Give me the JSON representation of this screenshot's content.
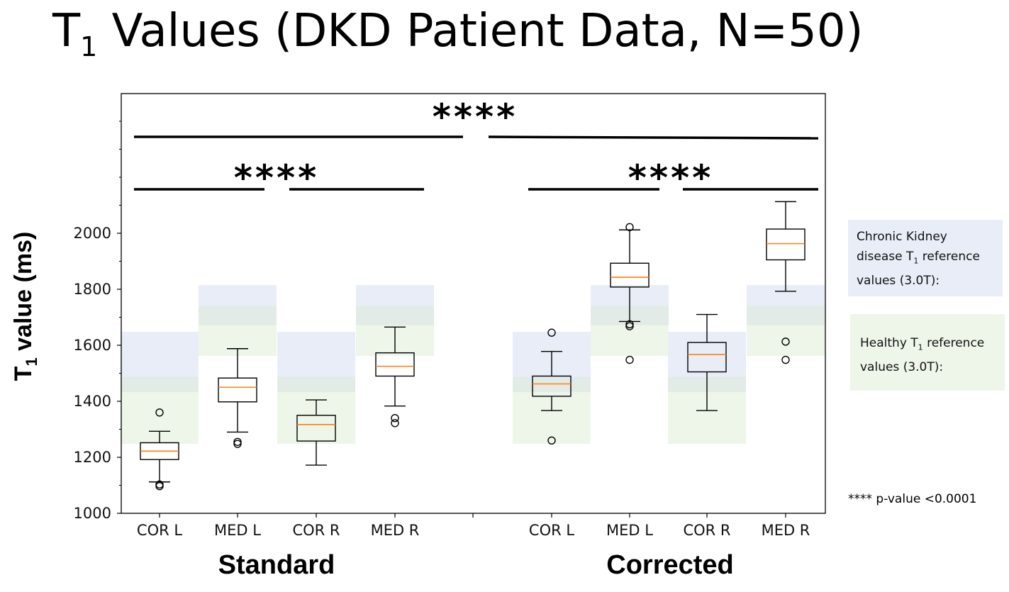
{
  "title": {
    "main": "T",
    "sub": "1",
    "rest": " Values (DKD Patient Data, N=50)"
  },
  "legend": {
    "ckd": {
      "pre": "Chronic Kidney disease T",
      "sub": "1",
      "post": " reference values (3.0T):",
      "color": "#e8edf7"
    },
    "healthy": {
      "pre": "Healthy T",
      "sub": "1",
      "post": " reference values (3.0T):",
      "color": "#eef5e9"
    }
  },
  "pvalue_note": "**** p-value <0.0001",
  "groups": [
    "Standard",
    "Corrected"
  ],
  "chart_data": {
    "type": "box",
    "y_title": {
      "pre": "T",
      "sub": "1",
      "post": " value (ms)"
    },
    "ylim": [
      1000,
      2500
    ],
    "yticks": [
      1000,
      1200,
      1400,
      1600,
      1800,
      2000
    ],
    "categories": [
      "COR L",
      "MED L",
      "COR R",
      "MED R",
      "COR L",
      "MED L",
      "COR R",
      "MED R"
    ],
    "colors": {
      "box": "#000000",
      "median": "#ff7f0e",
      "ckd_band": "#e8edf7",
      "healthy_band": "#eef5e9",
      "overlap_band": "#e2ebe6"
    },
    "boxes": [
      {
        "group": "Standard",
        "label": "COR L",
        "whisker_low": 1112,
        "q1": 1192,
        "median": 1222,
        "q3": 1252,
        "whisker_high": 1293,
        "outliers": [
          1360,
          1103,
          1097
        ]
      },
      {
        "group": "Standard",
        "label": "MED L",
        "whisker_low": 1290,
        "q1": 1398,
        "median": 1450,
        "q3": 1483,
        "whisker_high": 1588,
        "outliers": [
          1255,
          1248
        ]
      },
      {
        "group": "Standard",
        "label": "COR R",
        "whisker_low": 1172,
        "q1": 1258,
        "median": 1317,
        "q3": 1350,
        "whisker_high": 1405,
        "outliers": []
      },
      {
        "group": "Standard",
        "label": "MED R",
        "whisker_low": 1383,
        "q1": 1490,
        "median": 1525,
        "q3": 1573,
        "whisker_high": 1665,
        "outliers": [
          1340,
          1322
        ]
      },
      {
        "group": "Corrected",
        "label": "COR L",
        "whisker_low": 1367,
        "q1": 1418,
        "median": 1462,
        "q3": 1490,
        "whisker_high": 1578,
        "outliers": [
          1645,
          1260
        ]
      },
      {
        "group": "Corrected",
        "label": "MED L",
        "whisker_low": 1685,
        "q1": 1808,
        "median": 1843,
        "q3": 1893,
        "whisker_high": 2012,
        "outliers": [
          2022,
          1675,
          1668,
          1548
        ]
      },
      {
        "group": "Corrected",
        "label": "COR R",
        "whisker_low": 1367,
        "q1": 1505,
        "median": 1567,
        "q3": 1610,
        "whisker_high": 1710,
        "outliers": []
      },
      {
        "group": "Corrected",
        "label": "MED R",
        "whisker_low": 1793,
        "q1": 1905,
        "median": 1963,
        "q3": 2015,
        "whisker_high": 2113,
        "outliers": [
          1613,
          1548
        ]
      }
    ],
    "reference_ranges": {
      "cortex": {
        "ckd": [
          1433,
          1648
        ],
        "healthy": [
          1248,
          1487
        ]
      },
      "medulla": {
        "ckd": [
          1672,
          1815
        ],
        "healthy": [
          1562,
          1740
        ]
      }
    },
    "significance": [
      {
        "label": "****",
        "from": "Standard",
        "to": "Corrected"
      },
      {
        "label": "****",
        "from": "Standard COR",
        "to": "Standard MED"
      },
      {
        "label": "****",
        "from": "Corrected COR",
        "to": "Corrected MED"
      }
    ]
  }
}
